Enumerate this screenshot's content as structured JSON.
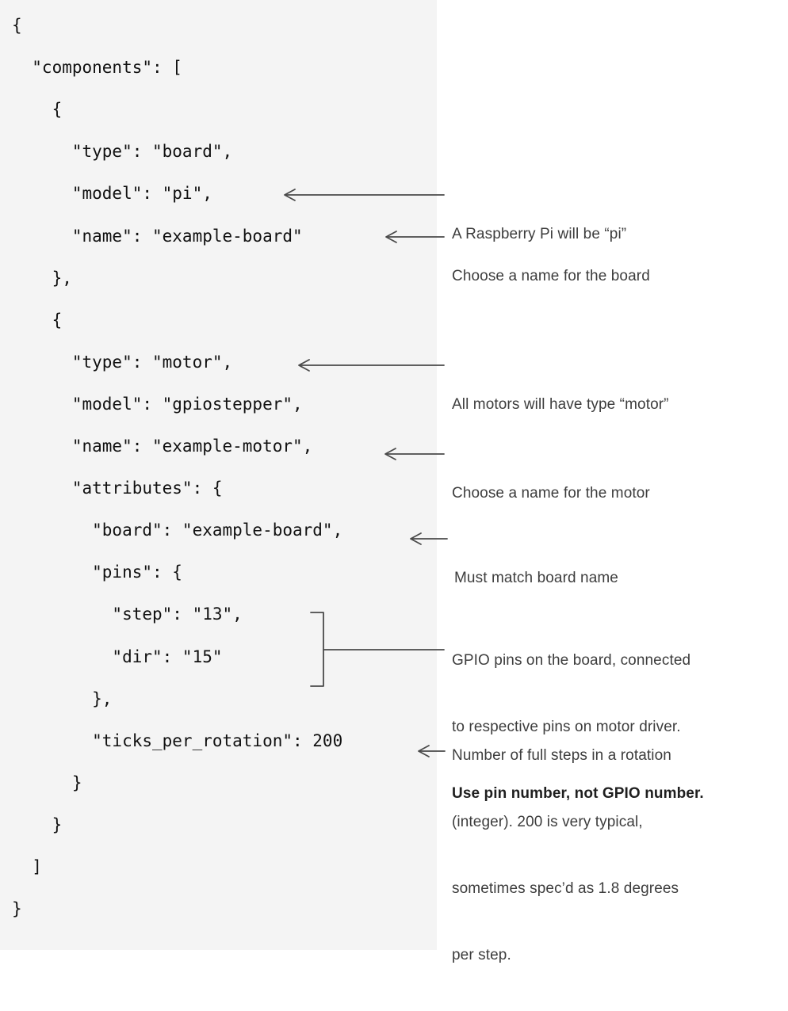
{
  "colors": {
    "code_panel_bg": "#f4f4f4",
    "page_bg": "#ffffff",
    "code_text": "#111111",
    "annotation_text": "#3d3d3d",
    "annotation_bold_text": "#1f1f1f",
    "leader_line": "#4a4a4a"
  },
  "code_block": {
    "language": "json",
    "lines": [
      "{",
      "  \"components\": [",
      "    {",
      "      \"type\": \"board\",",
      "      \"model\": \"pi\",",
      "      \"name\": \"example-board\"",
      "    },",
      "    {",
      "      \"type\": \"motor\",",
      "      \"model\": \"gpiostepper\",",
      "      \"name\": \"example-motor\",",
      "      \"attributes\": {",
      "        \"board\": \"example-board\",",
      "        \"pins\": {",
      "          \"step\": \"13\",",
      "          \"dir\": \"15\"",
      "        },",
      "        \"ticks_per_rotation\": 200",
      "      }",
      "    }",
      "  ]",
      "}"
    ]
  },
  "annotations": [
    {
      "id": "model-pi",
      "target_line": "\"model\": \"pi\",",
      "marker": "arrow-left",
      "text_lines": [
        "A Raspberry Pi will be “pi”"
      ],
      "bold_lines": []
    },
    {
      "id": "name-board",
      "target_line": "\"name\": \"example-board\"",
      "marker": "arrow-left",
      "text_lines": [
        "Choose a name for the board"
      ],
      "bold_lines": []
    },
    {
      "id": "type-motor",
      "target_line": "\"type\": \"motor\",",
      "marker": "arrow-left",
      "text_lines": [
        "All motors will have type “motor”"
      ],
      "bold_lines": []
    },
    {
      "id": "name-motor",
      "target_line": "\"name\": \"example-motor\",",
      "marker": "arrow-left",
      "text_lines": [
        "Choose a name for the motor"
      ],
      "bold_lines": []
    },
    {
      "id": "board-match",
      "target_line": "\"board\": \"example-board\",",
      "marker": "arrow-left",
      "text_lines": [
        "Must match board name"
      ],
      "bold_lines": []
    },
    {
      "id": "pins-gpio",
      "target_line": "\"step\": \"13\", \"dir\": \"15\"",
      "marker": "bracket-right",
      "text_lines": [
        "GPIO pins on the board, connected",
        "to respective pins on motor driver.",
        "Use pin number, not GPIO number."
      ],
      "bold_lines": [
        2
      ]
    },
    {
      "id": "ticks-per-rotation",
      "target_line": "\"ticks_per_rotation\": 200",
      "marker": "arrow-left",
      "text_lines": [
        "Number of full steps in a rotation",
        "(integer). 200 is very typical,",
        "sometimes spec’d as 1.8 degrees",
        "per step."
      ],
      "bold_lines": []
    }
  ]
}
